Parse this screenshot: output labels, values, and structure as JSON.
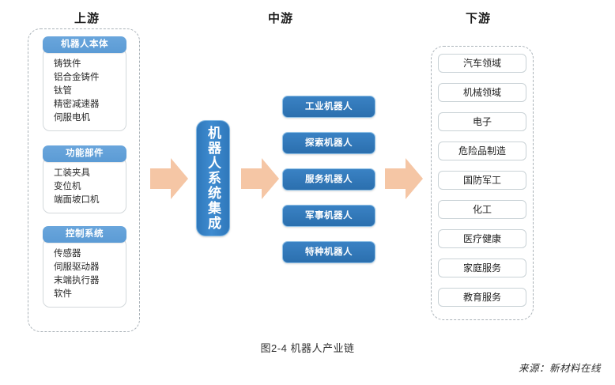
{
  "figure": {
    "caption": "图2-4 机器人产业链",
    "source": "来源：新材料在线"
  },
  "colors": {
    "accent_blue": "#2f78bb",
    "header_blue": "#5b9bd5",
    "mid_box_blue": "#2b6fae",
    "arrow_peach": "#f5c6a5",
    "dashed_border": "#aab2b8",
    "box_border": "#c9d2d6"
  },
  "columns": {
    "upstream": {
      "title": "上游",
      "groups": [
        {
          "header": "机器人本体",
          "items": [
            "铸铁件",
            "铝合金铸件",
            "钛管",
            "精密减速器",
            "伺服电机"
          ]
        },
        {
          "header": "功能部件",
          "items": [
            "工装夹具",
            "变位机",
            "端面坡口机"
          ]
        },
        {
          "header": "控制系统",
          "items": [
            "传感器",
            "伺服驱动器",
            "末端执行器",
            "软件"
          ]
        }
      ]
    },
    "midstream": {
      "title": "中游",
      "integration": "机器人系统集成",
      "robot_types": [
        "工业机器人",
        "探索机器人",
        "服务机器人",
        "军事机器人",
        "特种机器人"
      ]
    },
    "downstream": {
      "title": "下游",
      "fields": [
        "汽车领域",
        "机械领域",
        "电子",
        "危险品制造",
        "国防军工",
        "化工",
        "医疗健康",
        "家庭服务",
        "教育服务"
      ]
    }
  },
  "arrows": [
    {
      "name": "arrow-upstream-to-midstream"
    },
    {
      "name": "arrow-integration-to-types"
    },
    {
      "name": "arrow-midstream-to-downstream"
    }
  ]
}
